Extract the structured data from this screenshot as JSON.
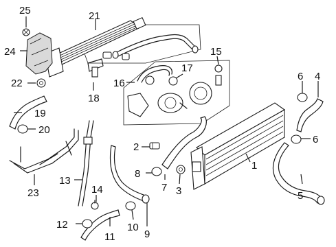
{
  "callouts": [
    {
      "id": "c1",
      "label": "1"
    },
    {
      "id": "c2",
      "label": "2"
    },
    {
      "id": "c3",
      "label": "3"
    },
    {
      "id": "c4",
      "label": "4"
    },
    {
      "id": "c5",
      "label": "5"
    },
    {
      "id": "c6a",
      "label": "6"
    },
    {
      "id": "c6b",
      "label": "6"
    },
    {
      "id": "c7",
      "label": "7"
    },
    {
      "id": "c8",
      "label": "8"
    },
    {
      "id": "c9",
      "label": "9"
    },
    {
      "id": "c10",
      "label": "10"
    },
    {
      "id": "c11",
      "label": "11"
    },
    {
      "id": "c12",
      "label": "12"
    },
    {
      "id": "c13",
      "label": "13"
    },
    {
      "id": "c14",
      "label": "14"
    },
    {
      "id": "c15",
      "label": "15"
    },
    {
      "id": "c16",
      "label": "16"
    },
    {
      "id": "c17",
      "label": "17"
    },
    {
      "id": "c18",
      "label": "18"
    },
    {
      "id": "c19",
      "label": "19"
    },
    {
      "id": "c20",
      "label": "20"
    },
    {
      "id": "c21",
      "label": "21"
    },
    {
      "id": "c22",
      "label": "22"
    },
    {
      "id": "c23",
      "label": "23"
    },
    {
      "id": "c24",
      "label": "24"
    },
    {
      "id": "c25",
      "label": "25"
    }
  ]
}
